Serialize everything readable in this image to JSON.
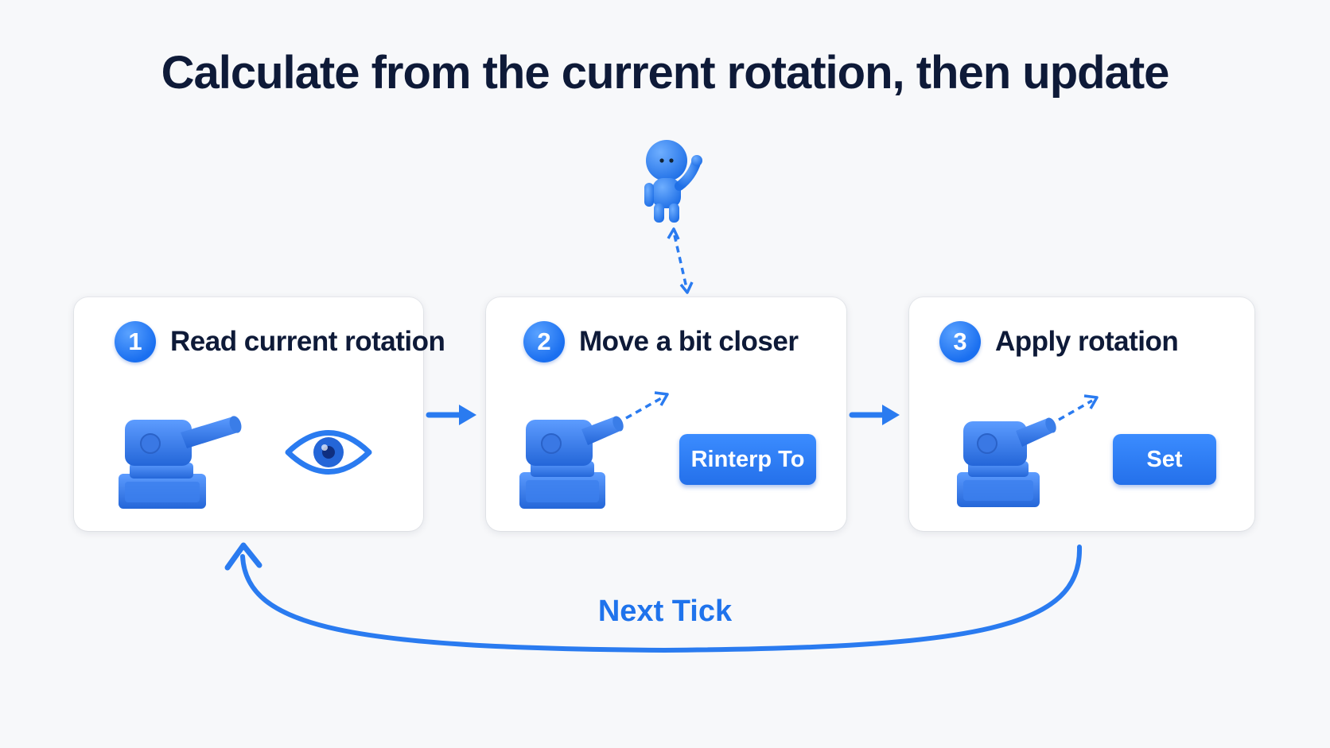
{
  "title": "Calculate from the current rotation, then update",
  "steps": [
    {
      "number": "1",
      "label": "Read current rotation"
    },
    {
      "number": "2",
      "label": "Move a bit closer",
      "action": "Rinterp To"
    },
    {
      "number": "3",
      "label": "Apply rotation",
      "action": "Set"
    }
  ],
  "loop_label": "Next Tick",
  "colors": {
    "accent": "#2a7bf0",
    "title": "#0e1a38",
    "card": "#ffffff",
    "background": "#f7f8fa"
  },
  "icons": [
    "turret-icon",
    "eye-icon",
    "character-icon",
    "arrow-right-icon",
    "loop-arrow-icon"
  ]
}
